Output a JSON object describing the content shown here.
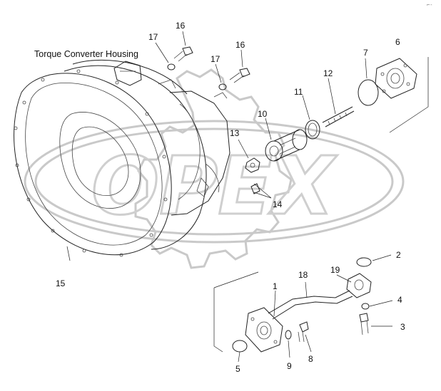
{
  "diagram": {
    "title": "Torque Converter Housing",
    "corner_mark": "⌐-",
    "watermark": "OPEX",
    "callouts": [
      {
        "id": "c-1",
        "label": "1"
      },
      {
        "id": "c-2",
        "label": "2"
      },
      {
        "id": "c-3",
        "label": "3"
      },
      {
        "id": "c-4",
        "label": "4"
      },
      {
        "id": "c-5",
        "label": "5"
      },
      {
        "id": "c-6",
        "label": "6"
      },
      {
        "id": "c-7",
        "label": "7"
      },
      {
        "id": "c-8",
        "label": "8"
      },
      {
        "id": "c-9",
        "label": "9"
      },
      {
        "id": "c-10",
        "label": "10"
      },
      {
        "id": "c-11",
        "label": "11"
      },
      {
        "id": "c-12",
        "label": "12"
      },
      {
        "id": "c-13",
        "label": "13"
      },
      {
        "id": "c-14",
        "label": "14"
      },
      {
        "id": "c-15",
        "label": "15"
      },
      {
        "id": "c-16a",
        "label": "16"
      },
      {
        "id": "c-16b",
        "label": "16"
      },
      {
        "id": "c-17a",
        "label": "17"
      },
      {
        "id": "c-17b",
        "label": "17"
      },
      {
        "id": "c-18",
        "label": "18"
      },
      {
        "id": "c-19",
        "label": "19"
      }
    ]
  }
}
